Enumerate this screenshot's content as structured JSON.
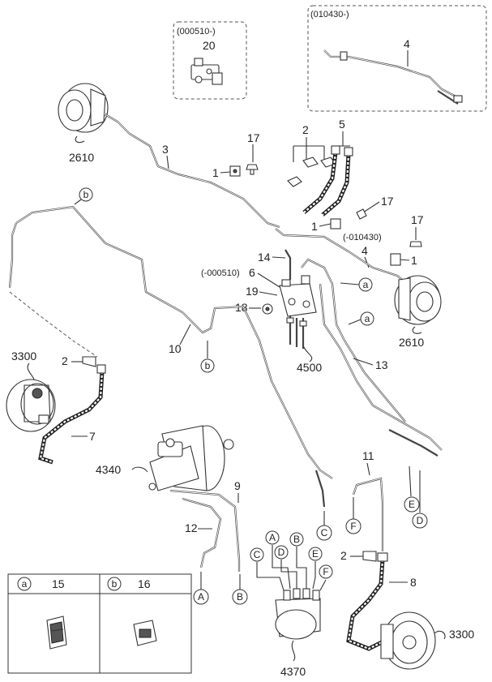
{
  "insets": {
    "top_small": "(000510-)",
    "top_large": "(010430-)"
  },
  "parts": {
    "p20": "20",
    "p4_top": "4",
    "p2610_left": "2610",
    "p3": "3",
    "p17_a": "17",
    "p2": "2",
    "p5": "5",
    "p1_a": "1",
    "p17_b": "17",
    "p1_b": "1",
    "p010430": "(-010430)",
    "p4_mid": "4",
    "p17_c": "17",
    "p1_c": "1",
    "p14": "14",
    "p000510": "(-000510)",
    "p6": "6",
    "p19": "19",
    "p18": "18",
    "p2610_right": "2610",
    "p10": "10",
    "p4500": "4500",
    "p13": "13",
    "p3300_left": "3300",
    "p2_left": "2",
    "p7": "7",
    "p11": "11",
    "p4340": "4340",
    "p9": "9",
    "p12": "12",
    "p2_right": "2",
    "p8": "8",
    "p3300_right": "3300",
    "p4370": "4370"
  },
  "refs": {
    "a": "a",
    "b": "b",
    "A": "A",
    "B": "B",
    "C": "C",
    "D": "D",
    "E": "E",
    "F": "F"
  },
  "legend": {
    "cell_a_letter": "a",
    "cell_a_num": "15",
    "cell_b_letter": "b",
    "cell_b_num": "16"
  }
}
